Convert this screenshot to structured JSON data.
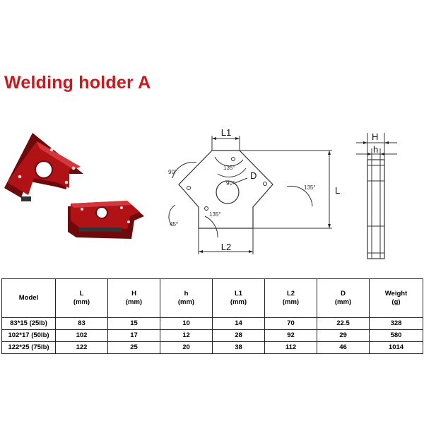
{
  "title": "Welding holder A",
  "colors": {
    "title": "#c8191e",
    "magnet": "#b01216",
    "magnet_dark": "#7e0b0e"
  },
  "drawing": {
    "dims": {
      "L1": "L1",
      "L": "L",
      "L2": "L2",
      "D": "D",
      "H": "H",
      "h": "h"
    },
    "angles": {
      "a90_left": "90°",
      "a90_mid": "90°",
      "a135_top": "135°",
      "a135_right": "135°",
      "a135_bottom": "135°",
      "a45": "45°"
    }
  },
  "table": {
    "headers": [
      {
        "label": "Model",
        "unit": ""
      },
      {
        "label": "L",
        "unit": "(mm)"
      },
      {
        "label": "H",
        "unit": "(mm)"
      },
      {
        "label": "h",
        "unit": "(mm)"
      },
      {
        "label": "L1",
        "unit": "(mm)"
      },
      {
        "label": "L2",
        "unit": "(mm)"
      },
      {
        "label": "D",
        "unit": "(mm)"
      },
      {
        "label": "Weight",
        "unit": "(g)"
      }
    ],
    "rows": [
      [
        "83*15 (25lb)",
        "83",
        "15",
        "10",
        "14",
        "70",
        "22.5",
        "328"
      ],
      [
        "102*17 (50lb)",
        "102",
        "17",
        "12",
        "28",
        "92",
        "29",
        "580"
      ],
      [
        "122*25 (75lb)",
        "122",
        "25",
        "20",
        "38",
        "112",
        "46",
        "1014"
      ]
    ]
  }
}
